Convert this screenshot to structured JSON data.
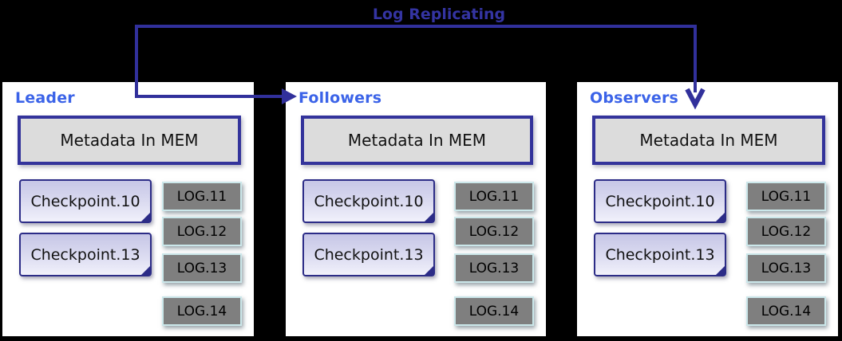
{
  "arrow": {
    "label": "Log Replicating"
  },
  "nodes": [
    {
      "title": "Leader",
      "metadata_label": "Metadata In MEM",
      "checkpoints": [
        "Checkpoint.10",
        "Checkpoint.13"
      ],
      "logs": [
        "LOG.11",
        "LOG.12",
        "LOG.13",
        "LOG.14"
      ]
    },
    {
      "title": "Followers",
      "metadata_label": "Metadata In MEM",
      "checkpoints": [
        "Checkpoint.10",
        "Checkpoint.13"
      ],
      "logs": [
        "LOG.11",
        "LOG.12",
        "LOG.13",
        "LOG.14"
      ]
    },
    {
      "title": "Observers",
      "metadata_label": "Metadata In MEM",
      "checkpoints": [
        "Checkpoint.10",
        "Checkpoint.13"
      ],
      "logs": [
        "LOG.11",
        "LOG.12",
        "LOG.13",
        "LOG.14"
      ]
    }
  ],
  "colors": {
    "background": "#000000",
    "panel_background": "#ffffff",
    "node_title": "#3b63e8",
    "arrow": "#31309b",
    "arrow_label": "#3434a2",
    "metadata_fill": "#dcdcdc",
    "metadata_border": "#33339b",
    "checkpoint_fill_top": "#c6c6e6",
    "checkpoint_fill_bottom": "#f1f1fb",
    "checkpoint_border": "#2c2c87",
    "log_fill": "#7f7f7f",
    "log_border": "#cbe7ea",
    "text": "#111111"
  }
}
